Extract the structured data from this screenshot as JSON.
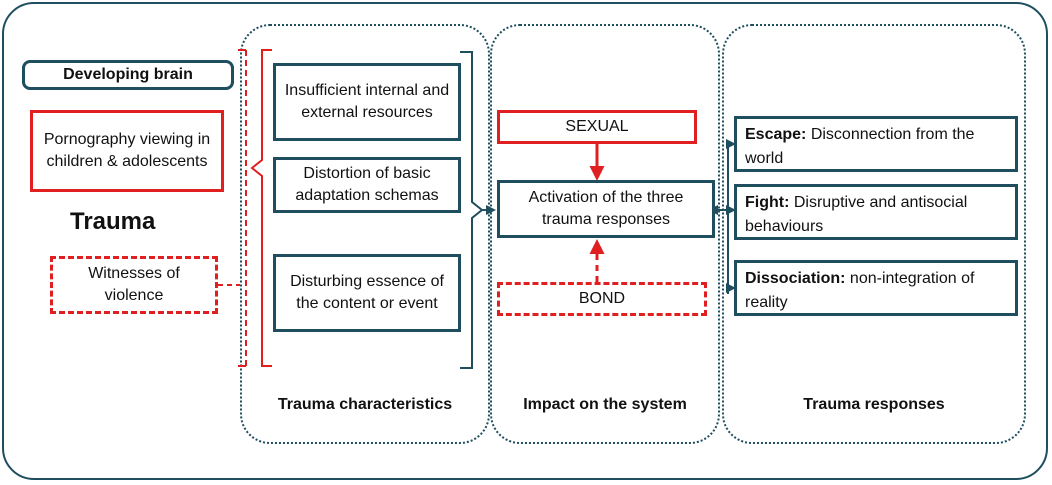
{
  "left": {
    "developing_brain": "Developing brain",
    "pornography": "Pornography viewing in children & adolescents",
    "trauma": "Trauma",
    "witnesses": "Witnesses of violence"
  },
  "characteristics": {
    "items": [
      "Insufficient internal and external resources",
      "Distortion of basic adaptation schemas",
      "Disturbing essence of the content or event"
    ],
    "label": "Trauma characteristics"
  },
  "impact": {
    "sexual": "SEXUAL",
    "activation": "Activation of the three trauma responses",
    "bond": "BOND",
    "label": "Impact on the system"
  },
  "responses": {
    "items": [
      {
        "head": "Escape:",
        "text": " Disconnection from the world"
      },
      {
        "head": "Fight:",
        "text": " Disruptive and antisocial behaviours"
      },
      {
        "head": "Dissociation:",
        "text": " non-integration of reality"
      }
    ],
    "label": "Trauma responses"
  },
  "colors": {
    "dark_teal": "#1f4e5f",
    "red": "#e02020"
  }
}
